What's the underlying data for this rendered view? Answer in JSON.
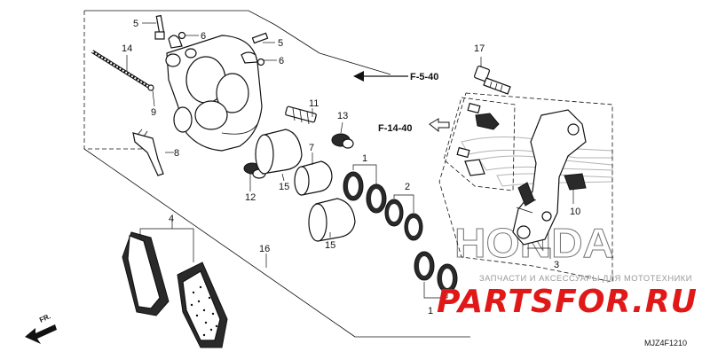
{
  "callouts": [
    {
      "id": "c5a",
      "text": "5"
    },
    {
      "id": "c6a",
      "text": "6"
    },
    {
      "id": "c5b",
      "text": "5"
    },
    {
      "id": "c6b",
      "text": "6"
    },
    {
      "id": "c14",
      "text": "14"
    },
    {
      "id": "c9",
      "text": "9"
    },
    {
      "id": "c8",
      "text": "8"
    },
    {
      "id": "c11",
      "text": "11"
    },
    {
      "id": "c13",
      "text": "13"
    },
    {
      "id": "c7",
      "text": "7"
    },
    {
      "id": "c15a",
      "text": "15"
    },
    {
      "id": "c12",
      "text": "12"
    },
    {
      "id": "c1a",
      "text": "1"
    },
    {
      "id": "c2",
      "text": "2"
    },
    {
      "id": "c15b",
      "text": "15"
    },
    {
      "id": "c4",
      "text": "4"
    },
    {
      "id": "c16",
      "text": "16"
    },
    {
      "id": "c1b",
      "text": "1"
    },
    {
      "id": "c17",
      "text": "17"
    },
    {
      "id": "c10",
      "text": "10"
    },
    {
      "id": "c3",
      "text": "3"
    }
  ],
  "refs": {
    "f540": "F-5-40",
    "f1440": "F-14-40"
  },
  "direction_label": "FR.",
  "diagram_code": "MJZ4F1210",
  "watermark": {
    "brand": "HONDA",
    "tagline": "ЗАПЧАСТИ И АКСЕССУАРЫ ДЛЯ МОТОТЕХНИКИ",
    "site": "PARTSFOR.RU"
  },
  "colors": {
    "ink": "#111111",
    "watermark_red": "#e01818",
    "watermark_gray": "#999999"
  }
}
